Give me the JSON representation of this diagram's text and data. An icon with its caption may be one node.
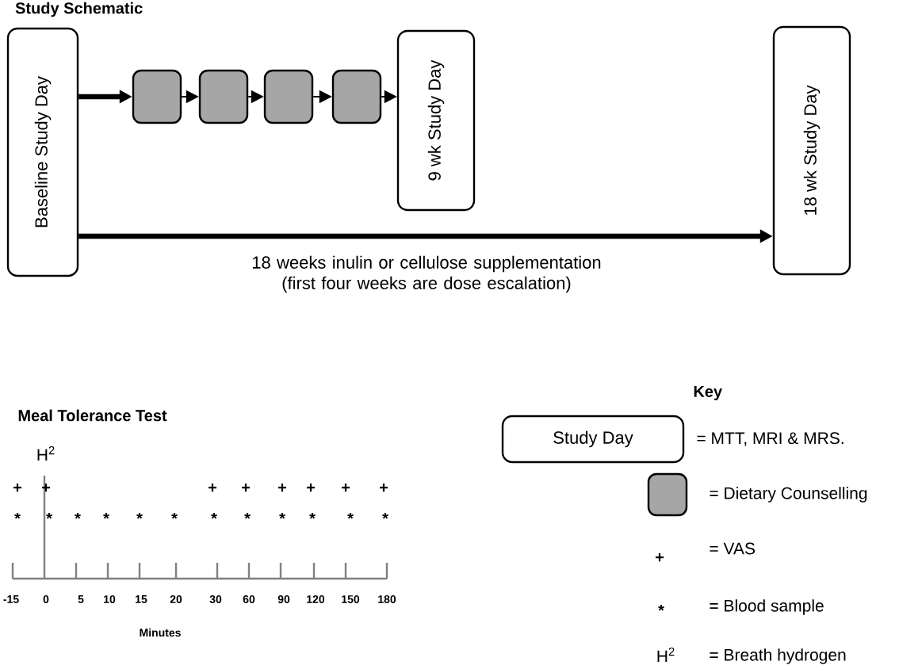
{
  "diagram": {
    "title": "Study Schematic",
    "nodes": [
      {
        "text": [
          "Baseline Study Day"
        ]
      },
      {
        "text": [],
        "shape": "box"
      },
      {
        "text": [],
        "shape": "box"
      },
      {
        "text": [],
        "shape": "box"
      },
      {
        "text": [],
        "shape": "box"
      },
      {
        "text": [
          "9 wk Study Day"
        ]
      },
      {
        "text": [
          "18 wk Study Day"
        ]
      },
      {
        "text": [
          "Study Day"
        ]
      },
      {
        "text": [],
        "shape": "box"
      }
    ],
    "edges": [
      {
        "from": 0,
        "to": 1,
        "arrow": "to",
        "style": "thick"
      },
      {
        "from": 1,
        "to": 2,
        "arrow": "to"
      },
      {
        "from": 2,
        "to": 3,
        "arrow": "to"
      },
      {
        "from": 3,
        "to": 4,
        "arrow": "to"
      },
      {
        "from": 4,
        "to": 5,
        "arrow": "to"
      },
      {
        "from": 0,
        "to": 6,
        "arrow": "to",
        "style": "thick",
        "label": "18 weeks inulin or cellulose supplementation (first four weeks are dose escalation)"
      }
    ],
    "labels": [
      "Meal Tolerance Test",
      "H$^{2}$",
      "+",
      "+",
      "+",
      "+",
      "+",
      "+",
      "+",
      "+",
      "*",
      "*",
      "*",
      "*",
      "*",
      "*",
      "*",
      "*",
      "*",
      "*",
      "*",
      "*",
      "-15",
      "0",
      "5",
      "10",
      "15",
      "20",
      "30",
      "60",
      "90",
      "120",
      "150",
      "180",
      "Minutes",
      "Key",
      "= MTT, MRI & MRS.",
      "= Dietary Counselling",
      "+",
      "= VAS",
      "*",
      "= Blood sample",
      "H$^{2}$",
      "= Breath hydrogen"
    ]
  }
}
